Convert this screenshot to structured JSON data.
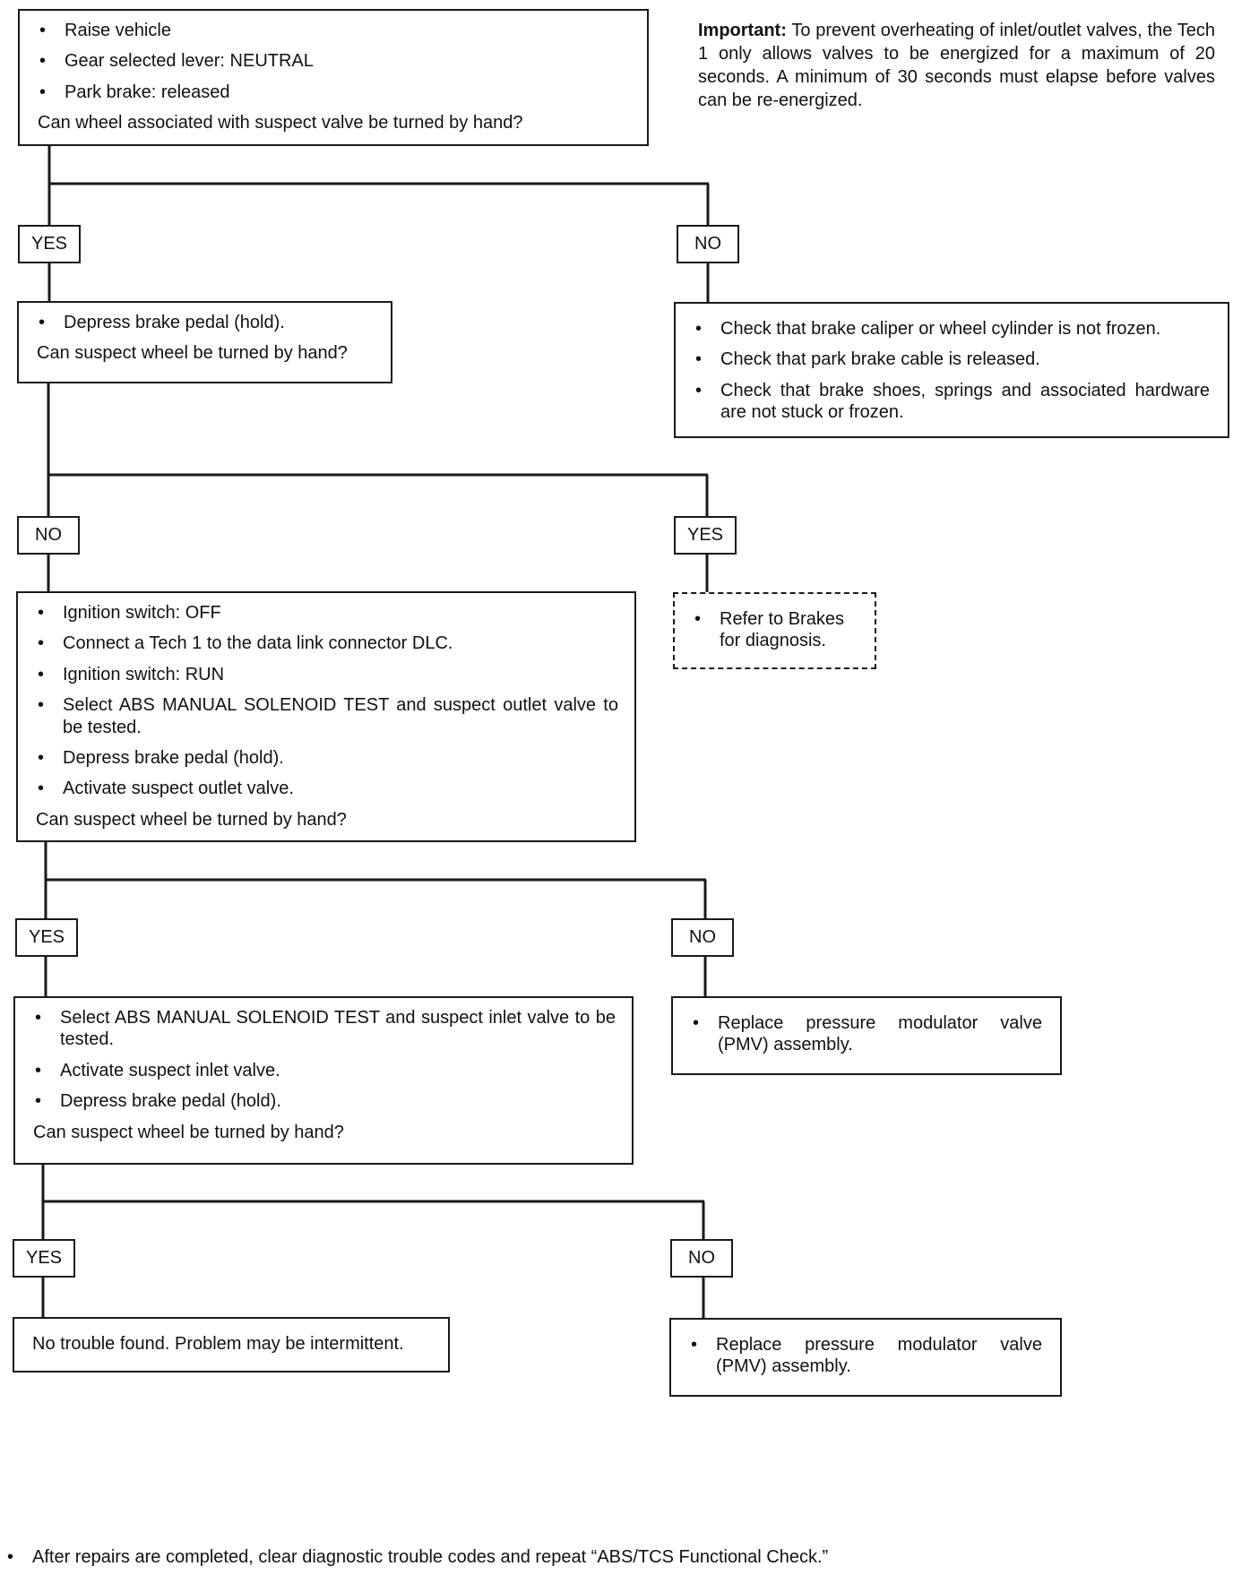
{
  "important": {
    "label": "Important:",
    "text": "To prevent overheating of inlet/outlet valves, the Tech 1 only allows valves to be energized for a maximum of 20 seconds. A minimum of 30 seconds must elapse before valves can be re-energized."
  },
  "step1": {
    "items": [
      "Raise vehicle",
      "Gear selected lever:  NEUTRAL",
      "Park brake:  released"
    ],
    "question": "Can wheel associated with suspect valve be turned by hand?"
  },
  "step2": {
    "items": [
      "Depress brake pedal (hold)."
    ],
    "question": "Can suspect wheel be turned by hand?"
  },
  "check_frozen": {
    "items": [
      "Check that brake caliper or wheel cylinder is not frozen.",
      "Check that park brake cable is released.",
      "Check that brake shoes, springs and associated hardware are not stuck or frozen."
    ]
  },
  "step3": {
    "items": [
      "Ignition switch:  OFF",
      "Connect a Tech 1 to the data link connector DLC.",
      "Ignition switch:  RUN",
      "Select ABS MANUAL SOLENOID TEST and suspect outlet valve to be tested.",
      "Depress brake pedal (hold).",
      "Activate suspect outlet valve."
    ],
    "question": "Can suspect wheel be turned by hand?"
  },
  "refer_brakes": {
    "items": [
      "Refer to Brakes for diagnosis."
    ]
  },
  "step4": {
    "items": [
      "Select ABS MANUAL SOLENOID TEST and suspect inlet valve to be tested.",
      "Activate suspect inlet valve.",
      "Depress brake pedal (hold)."
    ],
    "question": "Can suspect wheel be turned by hand?"
  },
  "replace_pmv_1": {
    "items": [
      "Replace pressure modulator valve (PMV) assembly."
    ]
  },
  "no_trouble": {
    "text": "No trouble found. Problem may be intermittent."
  },
  "replace_pmv_2": {
    "items": [
      "Replace pressure modulator valve (PMV) assembly."
    ]
  },
  "labels": {
    "l1_yes": "YES",
    "l1_no": "NO",
    "l2_no": "NO",
    "l2_yes": "YES",
    "l3_yes": "YES",
    "l3_no": "NO",
    "l4_yes": "YES",
    "l4_no": "NO"
  },
  "footer": {
    "bullet": "•",
    "text": "After repairs are completed, clear diagnostic trouble codes and repeat “ABS/TCS Functional Check.”"
  }
}
